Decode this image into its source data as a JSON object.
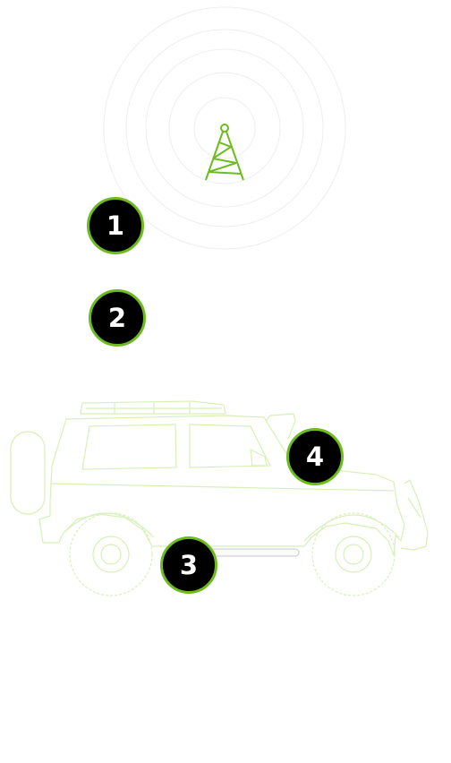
{
  "markers": [
    {
      "id": "1",
      "label": "1"
    },
    {
      "id": "2",
      "label": "2"
    },
    {
      "id": "3",
      "label": "3"
    },
    {
      "id": "4",
      "label": "4"
    }
  ],
  "colors": {
    "accent": "#6dbb1f",
    "vehicle_outline": "#d8f0b8",
    "signal_rings": "#eeeeee",
    "marker_fill": "#000000",
    "marker_text": "#ffffff"
  },
  "icons": {
    "tower": "cell-tower-icon",
    "vehicle": "suv-outline"
  }
}
